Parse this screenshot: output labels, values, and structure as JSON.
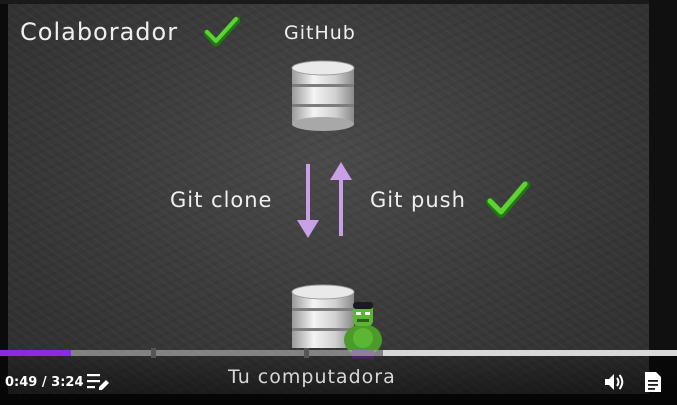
{
  "slide": {
    "collaborator_label": "Colaborador",
    "github_label": "GitHub",
    "clone_label": "Git clone",
    "push_label": "Git push",
    "local_label": "Tu computadora"
  },
  "player": {
    "current_time": "0:49",
    "separator": " / ",
    "duration": "3:24",
    "progress_fraction": 0.24,
    "buffered_fraction": 1.0,
    "accent_color": "#8a2be2"
  },
  "icons": {
    "check": "check-icon",
    "database": "database-icon",
    "arrow_down": "arrow-down-icon",
    "arrow_up": "arrow-up-icon",
    "hulk": "hulk-character-icon",
    "playlist": "playlist-edit-icon",
    "volume": "volume-icon",
    "transcript": "transcript-icon"
  }
}
